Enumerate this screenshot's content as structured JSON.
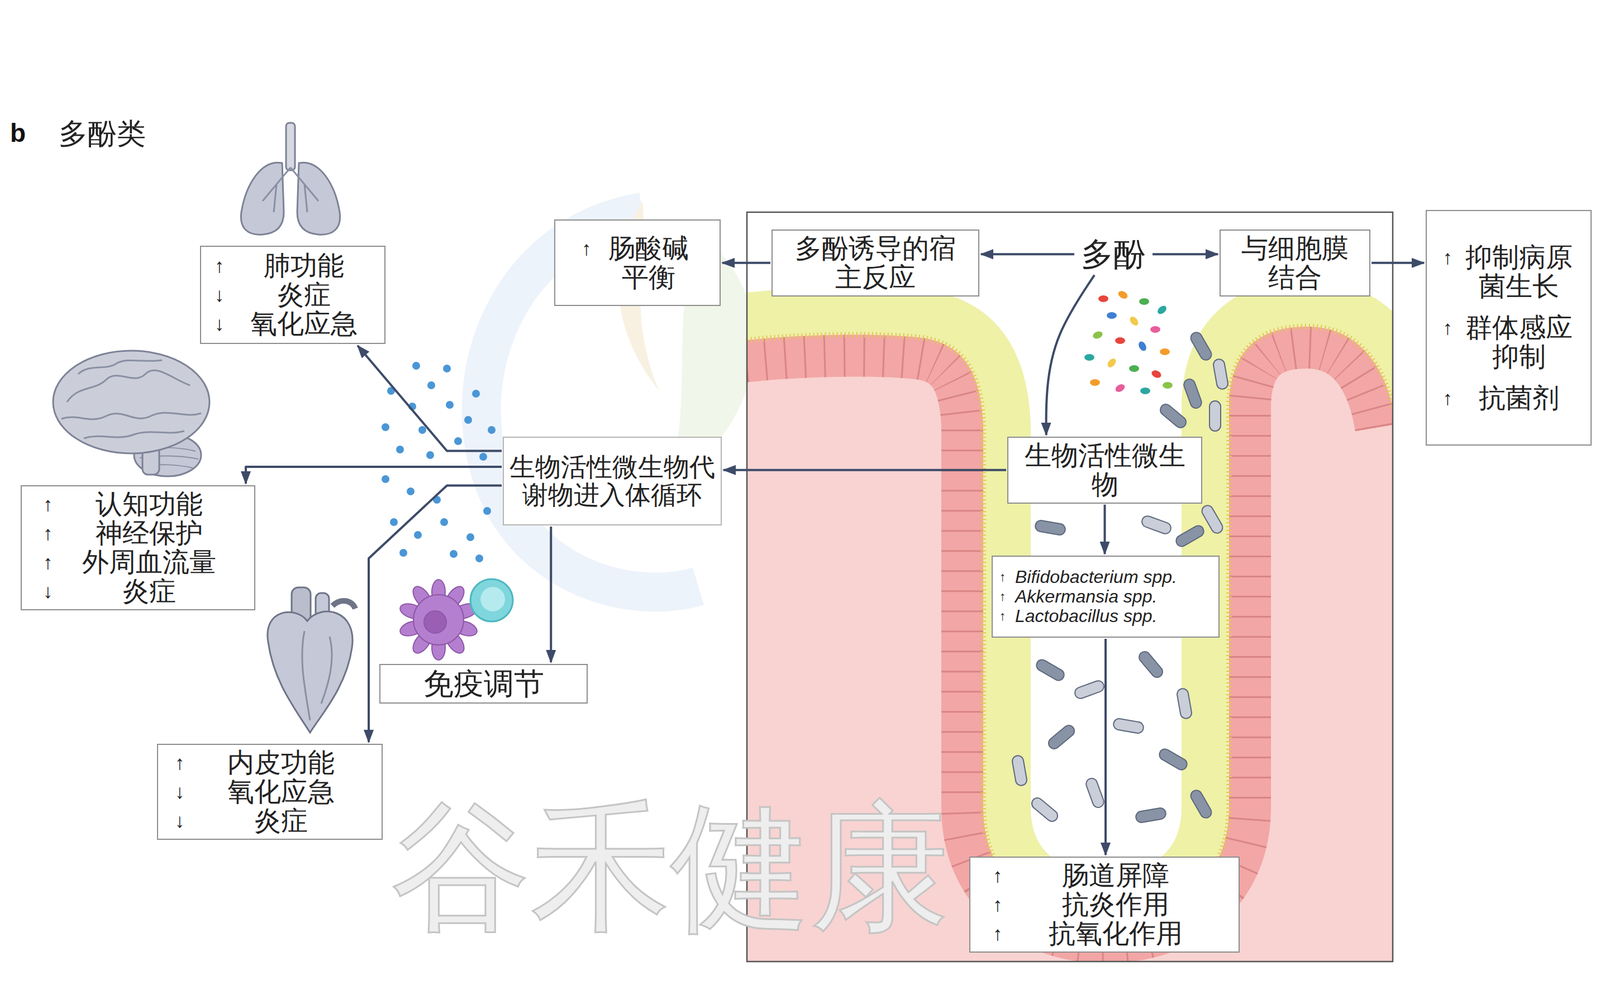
{
  "diagram": {
    "title": "多酚类",
    "nodes": [
      {
        "text": [
          "↑",
          "肺功能",
          "↓",
          "炎症",
          "↓",
          "氧化应急"
        ]
      },
      {
        "text": [
          "↑",
          "肠酸碱平衡"
        ]
      },
      {
        "text": [
          "多酚诱导的宿主反应"
        ]
      },
      {
        "text": [
          "多酚"
        ]
      },
      {
        "text": [
          "与细胞膜结合"
        ]
      },
      {
        "text": [
          "↑",
          "抑制病原菌生长",
          "↑",
          "群体感应抑制",
          "↑",
          "抗菌剂"
        ]
      },
      {
        "text": [
          "↑",
          "认知功能",
          "↑",
          "神经保护",
          "↑",
          "外周血流量",
          "↓",
          "炎症"
        ]
      },
      {
        "text": [
          "生物活性微生物代谢物进入体循环"
        ]
      },
      {
        "text": [
          "生物活性微生物"
        ]
      },
      {
        "text": [
          "↑",
          "Bifidobacterium spp.",
          "↑",
          "Akkermansia spp.",
          "↑",
          "Lactobacillus spp."
        ]
      },
      {
        "text": [
          "免疫调节"
        ]
      },
      {
        "text": [
          "↑",
          "内皮功能",
          "↓",
          "氧化应急",
          "↓",
          "炎症"
        ]
      },
      {
        "text": [
          "↑",
          "肠道屏障",
          "↑",
          "抗炎作用",
          "↑",
          "抗氧化作用"
        ]
      }
    ],
    "edges": [
      {
        "from": 3,
        "to": 2,
        "arrow": "to"
      },
      {
        "from": 2,
        "to": 1,
        "arrow": "to"
      },
      {
        "from": 3,
        "to": 4,
        "arrow": "to"
      },
      {
        "from": 4,
        "to": 5,
        "arrow": "to"
      },
      {
        "from": 3,
        "to": 8,
        "arrow": "to"
      },
      {
        "from": 8,
        "to": 9,
        "arrow": "to"
      },
      {
        "from": 9,
        "to": 12,
        "arrow": "to"
      },
      {
        "from": 8,
        "to": 7,
        "arrow": "to"
      },
      {
        "from": 7,
        "to": 0,
        "arrow": "to"
      },
      {
        "from": 7,
        "to": 6,
        "arrow": "to"
      },
      {
        "from": 7,
        "to": 11,
        "arrow": "to"
      },
      {
        "from": 7,
        "to": 10,
        "arrow": "to"
      }
    ],
    "labels": [
      "b",
      "谷禾健康"
    ]
  }
}
